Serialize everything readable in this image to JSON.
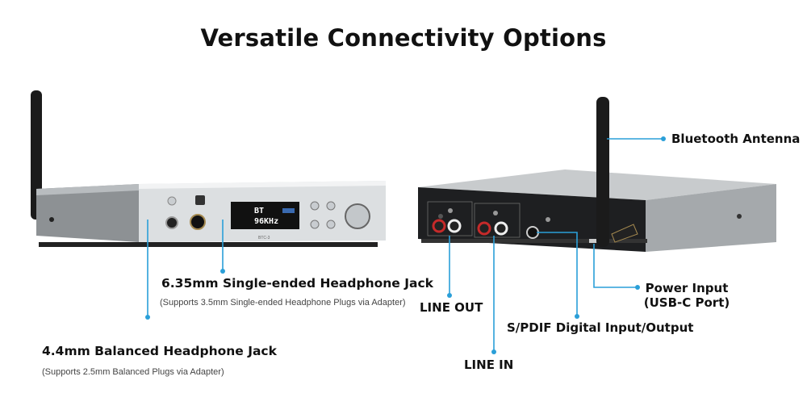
{
  "title": "Versatile Connectivity Options",
  "colors": {
    "leader": "#2a9fd8",
    "label": "#111111",
    "sub": "#444444"
  },
  "front_device": {
    "display_line1": "BT",
    "display_line2": "96KHz",
    "model": "BTC-3"
  },
  "callouts": {
    "headphone_635": {
      "label": "6.35mm Single-ended Headphone Jack",
      "note": "(Supports 3.5mm Single-ended Headphone Plugs via Adapter)"
    },
    "headphone_44": {
      "label": "4.4mm Balanced Headphone Jack",
      "note": "(Supports 2.5mm Balanced Plugs via Adapter)"
    },
    "line_out": {
      "label": "LINE OUT"
    },
    "line_in": {
      "label": "LINE IN"
    },
    "spdif": {
      "label": "S/PDIF Digital Input/Output"
    },
    "power": {
      "label_line1": "Power Input",
      "label_line2": "(USB-C Port)"
    },
    "antenna": {
      "label": "Bluetooth Antenna"
    }
  }
}
